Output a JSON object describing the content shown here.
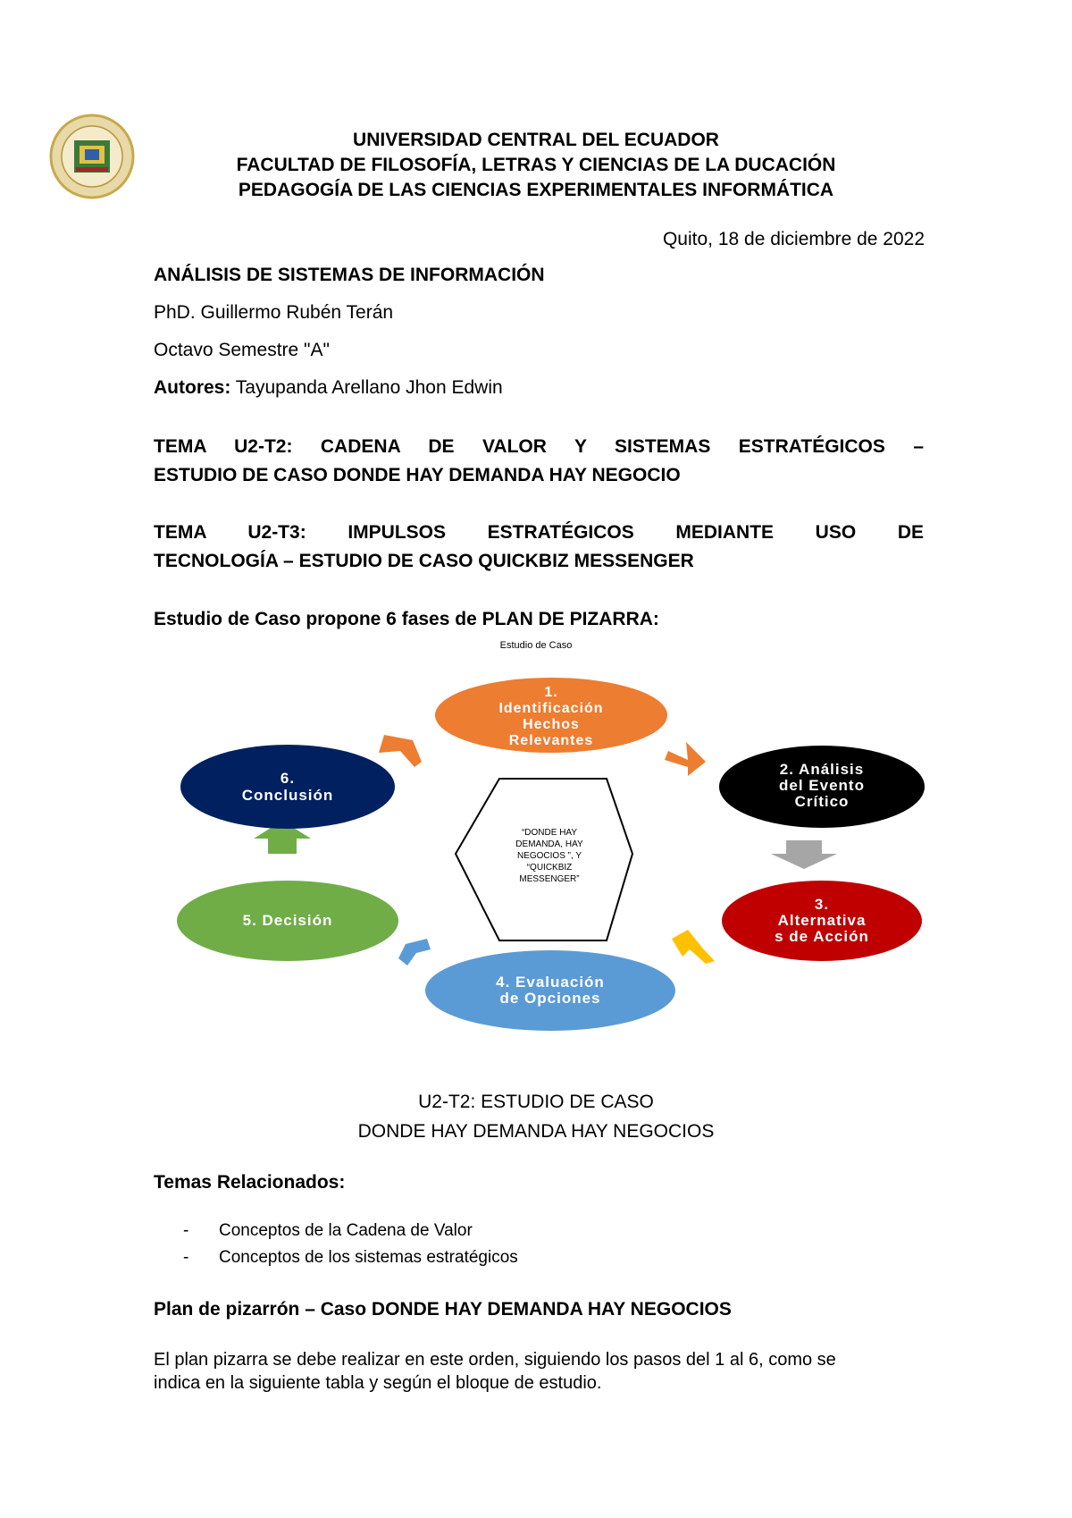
{
  "header": {
    "line1": "UNIVERSIDAD CENTRAL DEL ECUADOR",
    "line2": "FACULTAD DE FILOSOFÍA, LETRAS Y CIENCIAS DE LA DUCACIÓN",
    "line3": "PEDAGOGÍA DE LAS CIENCIAS EXPERIMENTALES INFORMÁTICA"
  },
  "date": "Quito, 18 de diciembre de 2022",
  "course": "ANÁLISIS DE SISTEMAS DE INFORMACIÓN",
  "teacher": "PhD. Guillermo Rubén Terán",
  "semester": "Octavo Semestre \"A\"",
  "authors": {
    "label": "Autores:",
    "value": " Tayupanda Arellano Jhon Edwin"
  },
  "tema1": {
    "line1": "TEMA U2-T2: CADENA DE VALOR Y SISTEMAS ESTRATÉGICOS –",
    "line2": "ESTUDIO DE CASO DONDE HAY DEMANDA HAY NEGOCIO"
  },
  "tema2": {
    "line1": "TEMA U2-T3: IMPULSOS ESTRATÉGICOS MEDIANTE USO DE",
    "line2": "TECNOLOGÍA – ESTUDIO DE CASO QUICKBIZ MESSENGER"
  },
  "plan_intro": "Estudio de Caso propone 6 fases de PLAN DE PIZARRA:",
  "diagram": {
    "title": "Estudio de Caso",
    "center_lines": [
      "“DONDE HAY",
      "DEMANDA, HAY",
      "NEGOCIOS ”, Y",
      "“QUICKBIZ",
      "MESSENGER”"
    ],
    "phases": [
      {
        "lines": [
          "1.",
          "Identificación",
          "Hechos",
          "Relevantes"
        ],
        "color": "#ED7D31"
      },
      {
        "lines": [
          "2. Análisis",
          "del Evento",
          "Crítico"
        ],
        "color": "#000000"
      },
      {
        "lines": [
          "3.",
          "Alternativa",
          "s de Acción"
        ],
        "color": "#C00000"
      },
      {
        "lines": [
          "4. Evaluación",
          "de Opciones"
        ],
        "color": "#5B9BD5"
      },
      {
        "lines": [
          "5. Decisión"
        ],
        "color": "#70AD47"
      },
      {
        "lines": [
          "6.",
          "Conclusión"
        ],
        "color": "#002060"
      }
    ]
  },
  "section": {
    "title_line1": "U2-T2: ESTUDIO DE CASO",
    "title_line2": "DONDE HAY DEMANDA HAY NEGOCIOS"
  },
  "temas_relacionados": {
    "label": "Temas Relacionados:",
    "items": [
      "Conceptos de la Cadena de Valor",
      "Conceptos de los sistemas estratégicos"
    ]
  },
  "plan_title": "Plan de pizarrón – Caso DONDE HAY DEMANDA HAY NEGOCIOS",
  "plan_paragraph": {
    "line1": "El plan pizarra se debe realizar en este orden, siguiendo los pasos del 1 al 6, como se",
    "line2": "indica en la siguiente tabla y según el bloque de estudio."
  }
}
